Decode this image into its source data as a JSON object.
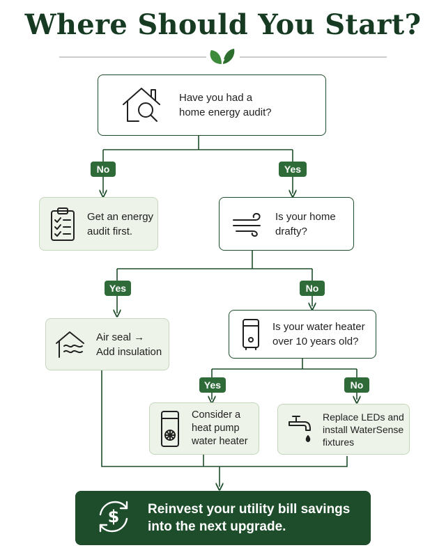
{
  "title": "Where Should You Start?",
  "colors": {
    "dark_green": "#1e4d2b",
    "pill_green": "#2f6b39",
    "light_fill": "#eef3e9",
    "leaf": "#3c8a3a"
  },
  "nodes": {
    "audit_question": {
      "line1": "Have you had a",
      "line2": "home energy audit?",
      "icon": "house-magnifier-icon"
    },
    "get_audit": {
      "line1": "Get an energy",
      "line2": "audit first.",
      "icon": "clipboard-checklist-icon"
    },
    "drafty_question": {
      "line1": "Is your home",
      "line2": "drafty?",
      "icon": "wind-icon"
    },
    "air_seal": {
      "line1": "Air seal →",
      "line2": "Add insulation",
      "icon": "house-draft-icon"
    },
    "water_heater_question": {
      "line1": "Is your water heater",
      "line2": "over 10 years old?",
      "icon": "water-heater-icon"
    },
    "heat_pump": {
      "line1": "Consider a",
      "line2": "heat pump",
      "line3": "water heater",
      "icon": "heat-pump-heater-icon"
    },
    "replace_leds": {
      "line1": "Replace LEDs and",
      "line2": "install WaterSense",
      "line3": "fixtures",
      "icon": "faucet-icon"
    }
  },
  "labels": {
    "audit_no": "No",
    "audit_yes": "Yes",
    "drafty_yes": "Yes",
    "drafty_no": "No",
    "heater_yes": "Yes",
    "heater_no": "No"
  },
  "final": {
    "line1": "Reinvest your utility bill savings",
    "line2": "into the next upgrade.",
    "icon": "dollar-cycle-icon"
  }
}
